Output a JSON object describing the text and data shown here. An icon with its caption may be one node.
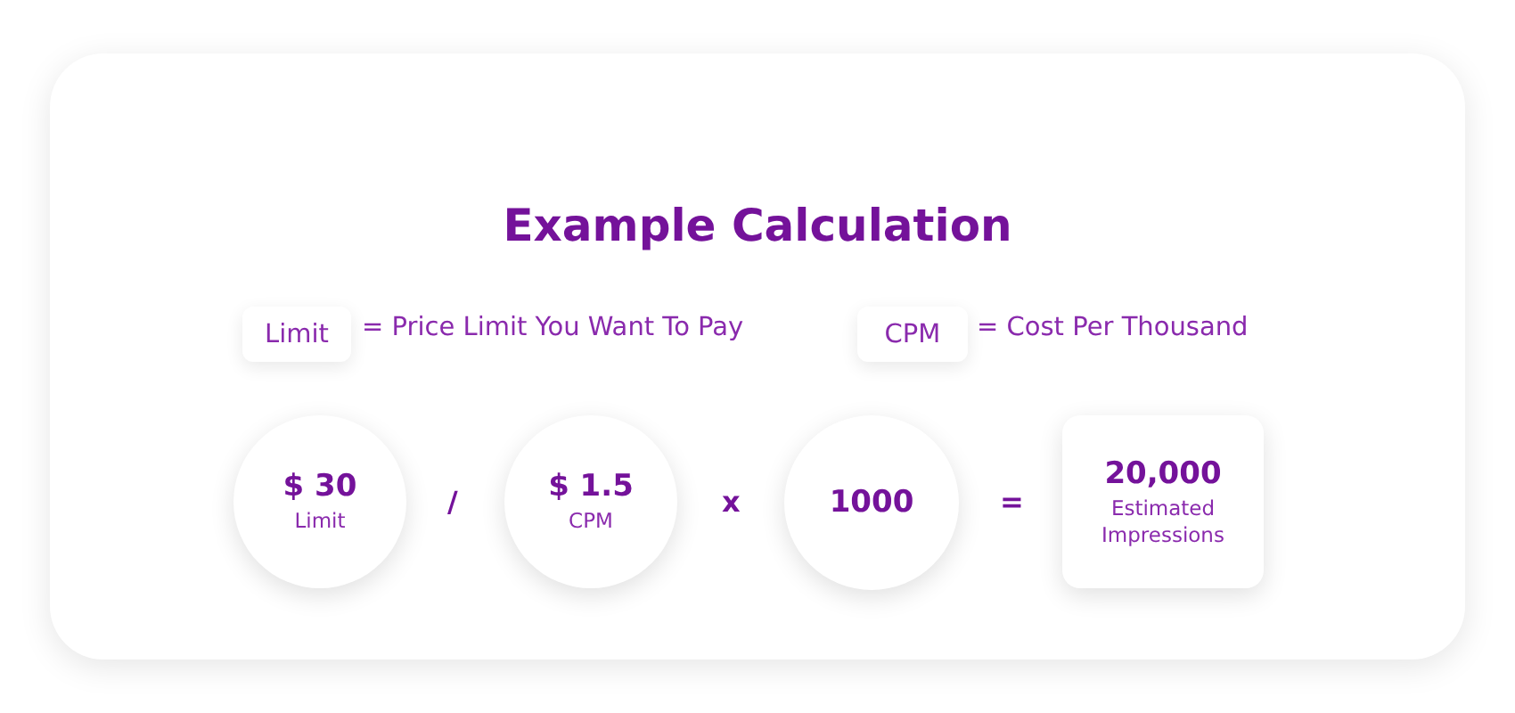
{
  "diagram": {
    "title": "Example Calculation",
    "nodes": [
      {
        "text": [
          "Limit"
        ],
        "beside": [
          "= Price Limit You Want To Pay"
        ]
      },
      {
        "text": [
          "CPM"
        ],
        "beside": [
          "= Cost Per Thousand"
        ]
      },
      {
        "text": [
          "$ 30",
          "Limit"
        ]
      },
      {
        "text": [
          "$ 1.5",
          "CPM"
        ]
      },
      {
        "text": [
          "1000"
        ]
      },
      {
        "text": [
          "20,000",
          "Estimated Impressions"
        ]
      }
    ],
    "labels": [
      "/",
      "x",
      "="
    ]
  }
}
